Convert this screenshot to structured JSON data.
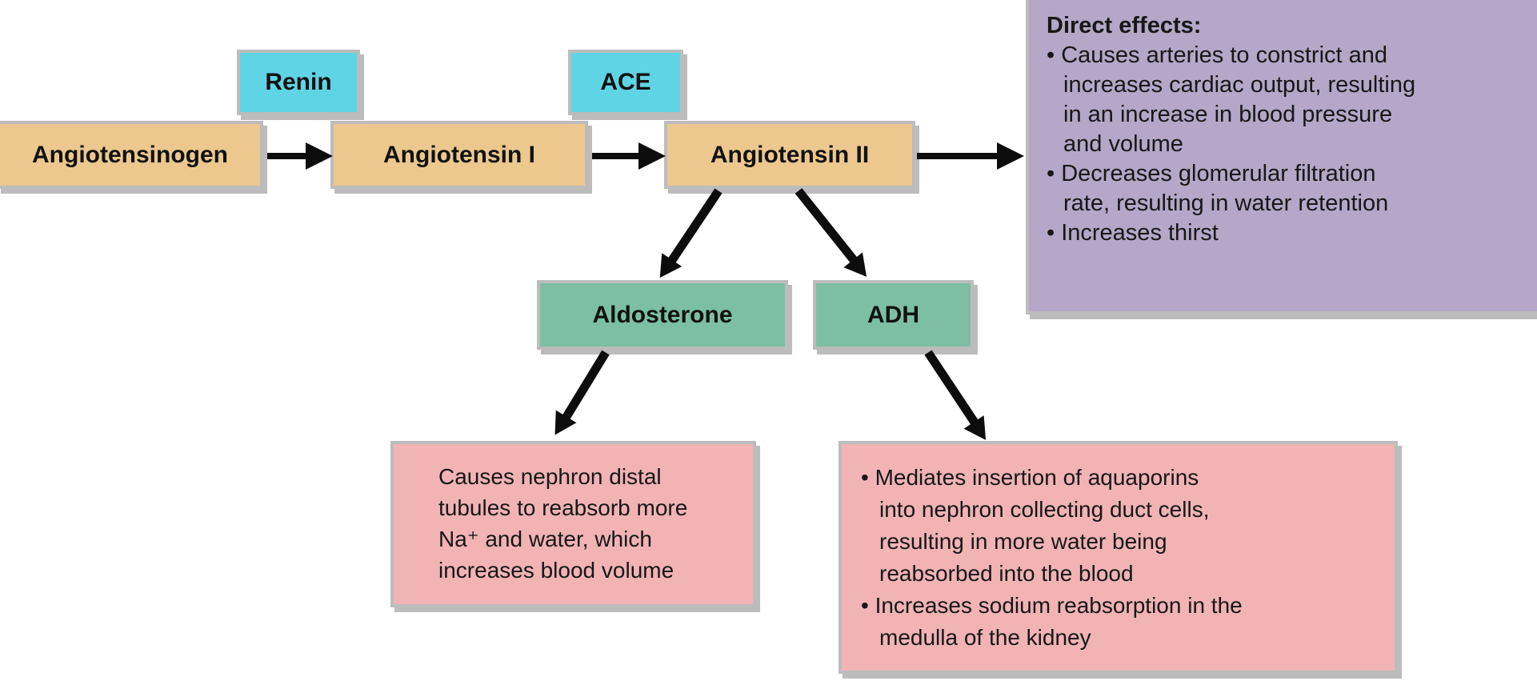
{
  "diagram": {
    "nodes": {
      "renin": "Renin",
      "ace": "ACE",
      "angiotensinogen": "Angiotensinogen",
      "angiotensin_i": "Angiotensin I",
      "angiotensin_ii": "Angiotensin II",
      "aldosterone": "Aldosterone",
      "adh": "ADH"
    },
    "direct_effects_panel": {
      "lines": [
        "Direct effects:",
        "• Causes arteries to constrict and",
        "increases cardiac output, resulting",
        "in an increase in blood pressure",
        "and volume",
        "• Decreases glomerular filtration",
        "rate, resulting in water retention",
        "• Increases thirst"
      ]
    },
    "aldosterone_effect_panel": {
      "lines": [
        "Causes nephron distal",
        "tubules to reabsorb more",
        "Na⁺ and water, which",
        "increases blood volume"
      ]
    },
    "adh_effect_panel": {
      "lines": [
        "• Mediates insertion of aquaporins",
        "into nephron collecting duct cells,",
        "resulting in more water being",
        "reabsorbed into the blood",
        "• Increases sodium reabsorption in the",
        "medulla of the kidney"
      ]
    }
  },
  "colors": {
    "enzyme-box": "#5fd4e4",
    "substrate-box": "#edc88e",
    "hormone-box": "#7cbfa5",
    "direct-effects-panel": "#b4a7c7",
    "effect-panel": "#f1b3b4",
    "box-border": "#bcbcbc",
    "arrow": "#0d0d0d",
    "text": "#171717"
  }
}
